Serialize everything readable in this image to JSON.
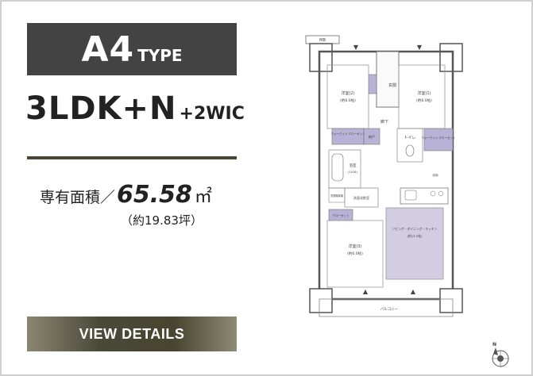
{
  "type": {
    "main": "A4",
    "sub": "TYPE"
  },
  "layout": {
    "main": "3LDK+N",
    "sub": "+2WIC"
  },
  "area": {
    "label": "専有面積／",
    "value": "65.58",
    "unit": "㎡",
    "tsubo": "（約19.83坪）"
  },
  "button": {
    "label": "VIEW DETAILS"
  },
  "plan": {
    "mb": "MB",
    "genkan": "玄関",
    "rouka": "廊下",
    "toire": "トイレ",
    "yoshitsu2": "洋室(2)",
    "yoshitsu2_size": "(約6.0帖)",
    "yoshitsu1": "洋室(1)",
    "yoshitsu1_size": "(約6.0帖)",
    "wic_left": "ウォークイン クローゼット",
    "nando": "納戸",
    "wic_right": "ウォークイン クローゼット",
    "yokushitsu": "浴室",
    "yokushitsu_size": "(1418)",
    "senmen": "洗面化粧室",
    "sentakuki": "洗濯機置場",
    "closet": "クローゼット",
    "kitchen_storage": "収納",
    "ldk": "リビング・ダイニング・キッチン",
    "ldk_size": "(約13.5帖)",
    "yoshitsu3": "洋室(3)",
    "yoshitsu3_size": "(約6.0帖)",
    "balcony": "バルコニー",
    "compass": "N"
  },
  "colors": {
    "banner": "#434343",
    "divider": "#4a4636",
    "closet_fill": "#b7b2d6",
    "ldk_fill": "#d2cde3"
  }
}
